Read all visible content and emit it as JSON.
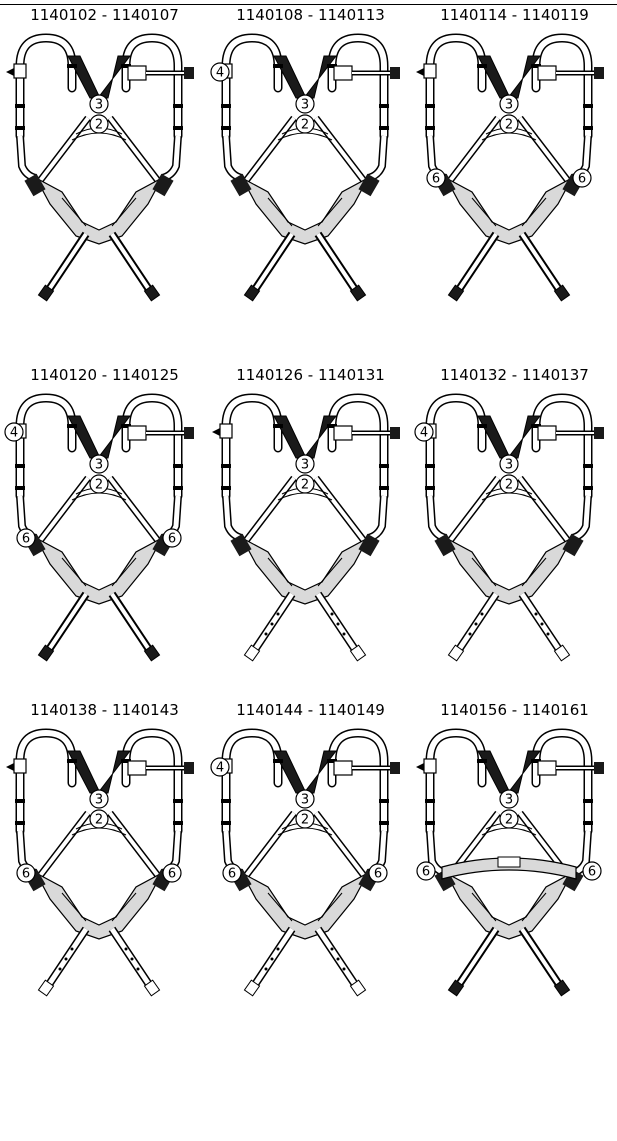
{
  "panels": [
    {
      "range": "1140102 - 1140107",
      "variant": {
        "left_lug": false,
        "side_d": false,
        "legs": "dark",
        "belt": false
      },
      "callouts": [
        "3",
        "2"
      ]
    },
    {
      "range": "1140108 - 1140113",
      "variant": {
        "left_lug": true,
        "side_d": false,
        "legs": "dark",
        "belt": false
      },
      "callouts": [
        "4",
        "3",
        "2"
      ]
    },
    {
      "range": "1140114 - 1140119",
      "variant": {
        "left_lug": false,
        "side_d": true,
        "legs": "dark",
        "belt": false
      },
      "callouts": [
        "3",
        "2",
        "6",
        "6"
      ]
    },
    {
      "range": "1140120 - 1140125",
      "variant": {
        "left_lug": true,
        "side_d": true,
        "legs": "dark",
        "belt": false
      },
      "callouts": [
        "4",
        "3",
        "2",
        "6",
        "6"
      ]
    },
    {
      "range": "1140126 - 1140131",
      "variant": {
        "left_lug": false,
        "side_d": false,
        "legs": "light",
        "belt": false
      },
      "callouts": [
        "3",
        "2"
      ]
    },
    {
      "range": "1140132 - 1140137",
      "variant": {
        "left_lug": true,
        "side_d": false,
        "legs": "light",
        "belt": false
      },
      "callouts": [
        "4",
        "3",
        "2"
      ]
    },
    {
      "range": "1140138 - 1140143",
      "variant": {
        "left_lug": false,
        "side_d": true,
        "legs": "light",
        "belt": false
      },
      "callouts": [
        "3",
        "2",
        "6",
        "6"
      ]
    },
    {
      "range": "1140144 - 1140149",
      "variant": {
        "left_lug": true,
        "side_d": true,
        "legs": "light",
        "belt": false
      },
      "callouts": [
        "4",
        "3",
        "2",
        "6",
        "6"
      ]
    },
    {
      "range": "1140156 - 1140161",
      "variant": {
        "left_lug": false,
        "side_d": true,
        "legs": "dark",
        "belt": true
      },
      "callouts": [
        "3",
        "2",
        "6",
        "6"
      ]
    }
  ],
  "colors": {
    "ink": "#000000",
    "paper": "#ffffff",
    "webbing_dark": "#1a1a1a",
    "pad": "#d9d9d9"
  }
}
